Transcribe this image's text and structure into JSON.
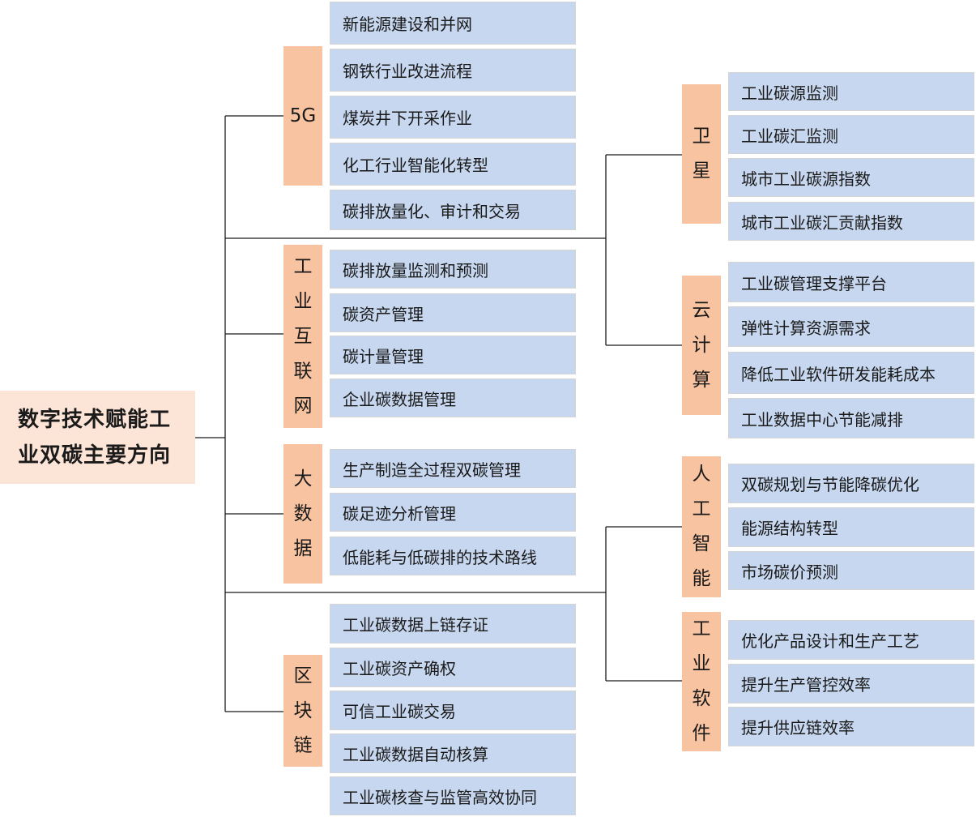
{
  "root": {
    "line1": "数字技术赋能工",
    "line2": "业双碳主要方向"
  },
  "categories": [
    {
      "chars": [
        "5G"
      ],
      "items": [
        "新能源建设和并网",
        "钢铁行业改进流程",
        "煤炭井下开采作业",
        "化工行业智能化转型",
        "碳排放量化、审计和交易"
      ]
    },
    {
      "chars": [
        "工",
        "业",
        "互",
        "联",
        "网"
      ],
      "items": [
        "碳排放量监测和预测",
        "碳资产管理",
        "碳计量管理",
        "企业碳数据管理"
      ]
    },
    {
      "chars": [
        "大",
        "数",
        "据"
      ],
      "items": [
        "生产制造全过程双碳管理",
        "碳足迹分析管理",
        "低能耗与低碳排的技术路线"
      ]
    },
    {
      "chars": [
        "区",
        "块",
        "链"
      ],
      "items": [
        "工业碳数据上链存证",
        "工业碳资产确权",
        "可信工业碳交易",
        "工业碳数据自动核算",
        "工业碳核查与监管高效协同"
      ]
    },
    {
      "chars": [
        "卫",
        "星"
      ],
      "items": [
        "工业碳源监测",
        "工业碳汇监测",
        "城市工业碳源指数",
        "城市工业碳汇贡献指数"
      ]
    },
    {
      "chars": [
        "云",
        "计",
        "算"
      ],
      "items": [
        "工业碳管理支撑平台",
        "弹性计算资源需求",
        "降低工业软件研发能耗成本",
        "工业数据中心节能减排"
      ]
    },
    {
      "chars": [
        "人",
        "工",
        "智",
        "能"
      ],
      "items": [
        "双碳规划与节能降碳优化",
        "能源结构转型",
        "市场碳价预测"
      ]
    },
    {
      "chars": [
        "工",
        "业",
        "软",
        "件"
      ],
      "items": [
        "优化产品设计和生产工艺",
        "提升生产管控效率",
        "提升供应链效率"
      ]
    }
  ]
}
